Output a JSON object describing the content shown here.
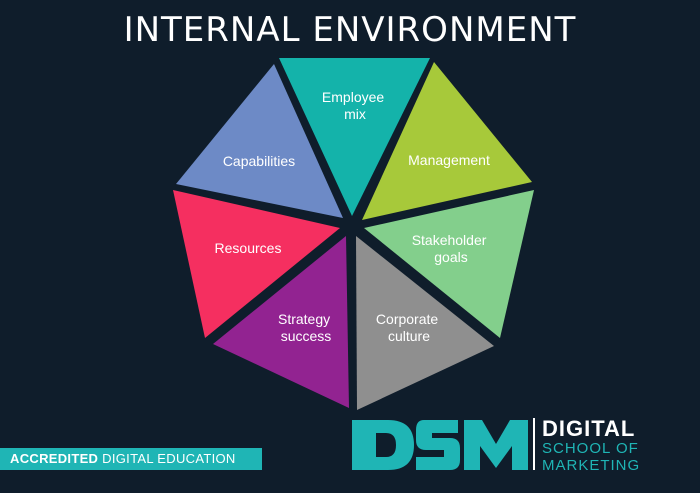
{
  "title": "INTERNAL ENVIRONMENT",
  "segments": [
    {
      "label_lines": [
        "Employee",
        "mix"
      ],
      "color": "#14b3aa"
    },
    {
      "label_lines": [
        "Management"
      ],
      "color": "#a7c93a"
    },
    {
      "label_lines": [
        "Stakeholder",
        "goals"
      ],
      "color": "#83cf8c"
    },
    {
      "label_lines": [
        "Corporate",
        "culture"
      ],
      "color": "#8f8f8f"
    },
    {
      "label_lines": [
        "Strategy",
        "success"
      ],
      "color": "#922391"
    },
    {
      "label_lines": [
        "Resources"
      ],
      "color": "#f52f60"
    },
    {
      "label_lines": [
        "Capabilities"
      ],
      "color": "#6d8ac6"
    }
  ],
  "badge": {
    "part1": "ACCREDITED",
    "part2": "DIGITAL EDUCATION"
  },
  "logo": {
    "mark": "DSM",
    "line1": "DIGITAL",
    "line2": "SCHOOL OF",
    "line3": "MARKETING",
    "color": "#1fb5b5"
  }
}
